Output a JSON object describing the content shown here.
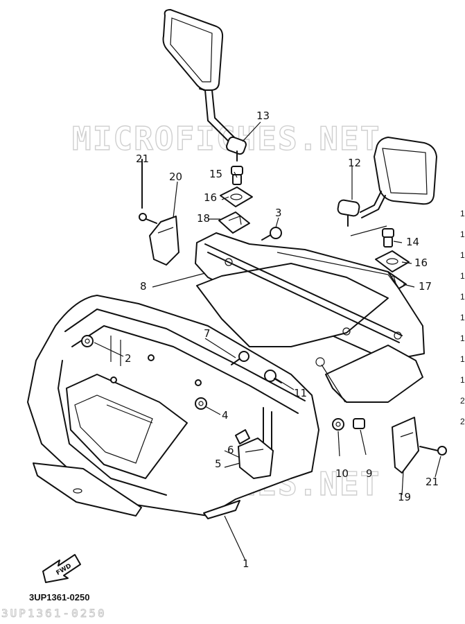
{
  "watermark": "MICROFICHES.NET",
  "part_code": "3UP1361-0250",
  "bottom_faint_code": "3UP1361-0250",
  "front_label": "FWD",
  "callouts": {
    "c1": "1",
    "c2": "2",
    "c3": "3",
    "c4": "4",
    "c5": "5",
    "c6": "6",
    "c7": "7",
    "c8": "8",
    "c9": "9",
    "c10": "10",
    "c11": "11",
    "c12": "12",
    "c13": "13",
    "c14": "14",
    "c15": "15",
    "c16a": "16",
    "c16b": "16",
    "c17": "17",
    "c18": "18",
    "c19": "19",
    "c20": "20",
    "c21a": "21",
    "c21b": "21"
  },
  "edge_numbers": [
    "1",
    "1",
    "1",
    "1",
    "1",
    "1",
    "1",
    "1",
    "1",
    "2",
    "2"
  ]
}
